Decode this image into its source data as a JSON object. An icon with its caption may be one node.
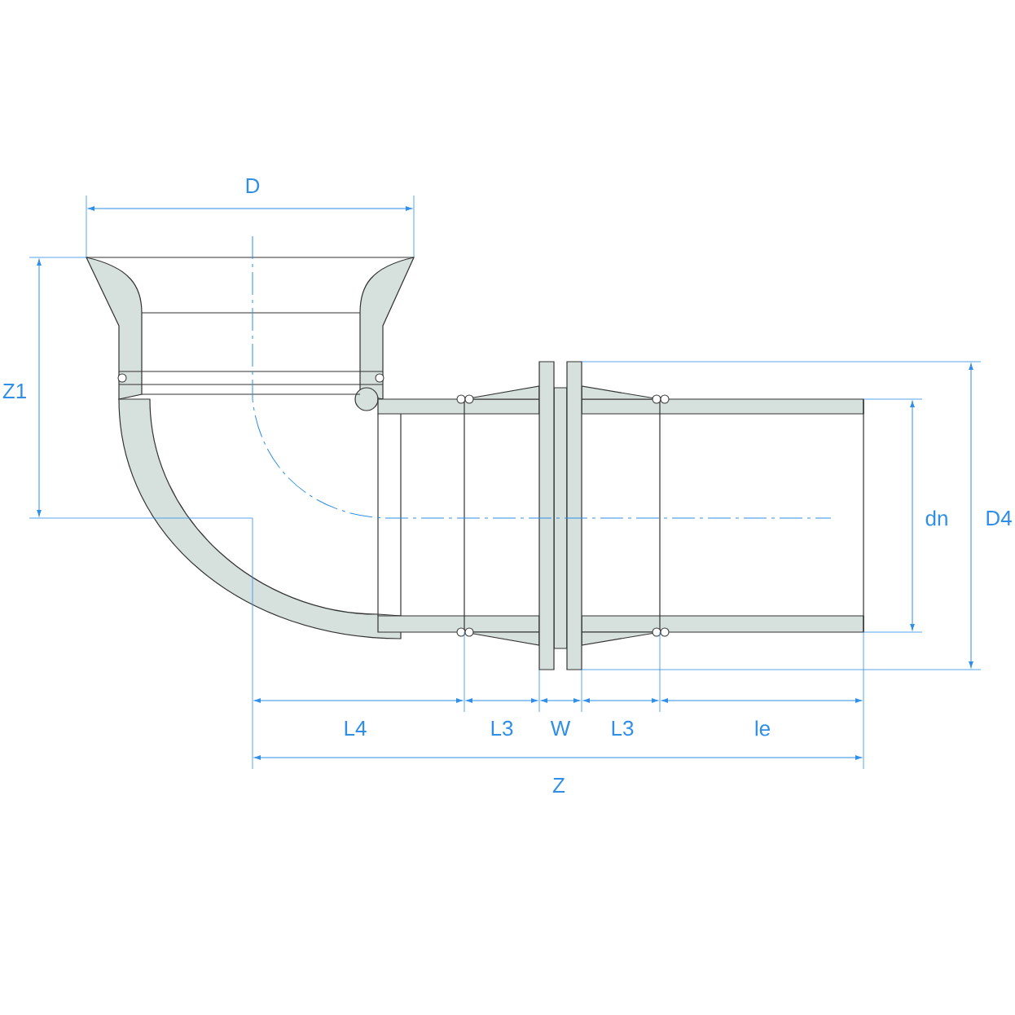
{
  "diagram": {
    "labels": [
      "D",
      "Z1",
      "L4",
      "L3",
      "W",
      "L3",
      "le",
      "Z",
      "dn",
      "D4"
    ]
  }
}
